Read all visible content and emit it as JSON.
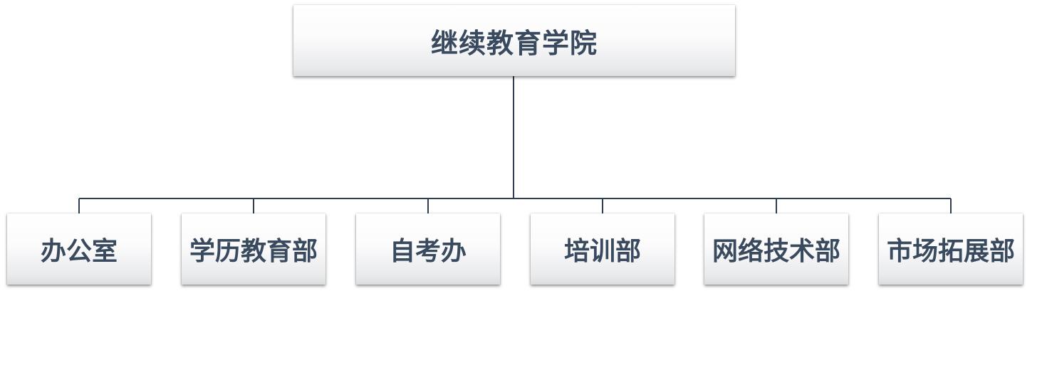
{
  "root": {
    "label": "继续教育学院"
  },
  "children": [
    {
      "label": "办公室"
    },
    {
      "label": "学历教育部"
    },
    {
      "label": "自考办"
    },
    {
      "label": "培训部"
    },
    {
      "label": "网络技术部"
    },
    {
      "label": "市场拓展部"
    }
  ],
  "colors": {
    "text": "#3a4a5e",
    "connector": "#2f3e50",
    "box_top": "#ffffff",
    "box_bottom": "#dcdde0"
  }
}
